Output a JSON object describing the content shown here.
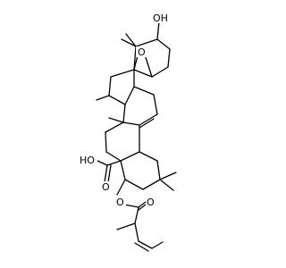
{
  "labels": {
    "hydroxyl_top": "OH",
    "ether_bridge": "O",
    "carboxyl_oh": "HO",
    "carboxyl_o": "O",
    "ester_o": "O",
    "ester_carbonyl_o": "O"
  },
  "colors": {
    "bond": "#000000",
    "text": "#000000",
    "background": "#ffffff"
  }
}
